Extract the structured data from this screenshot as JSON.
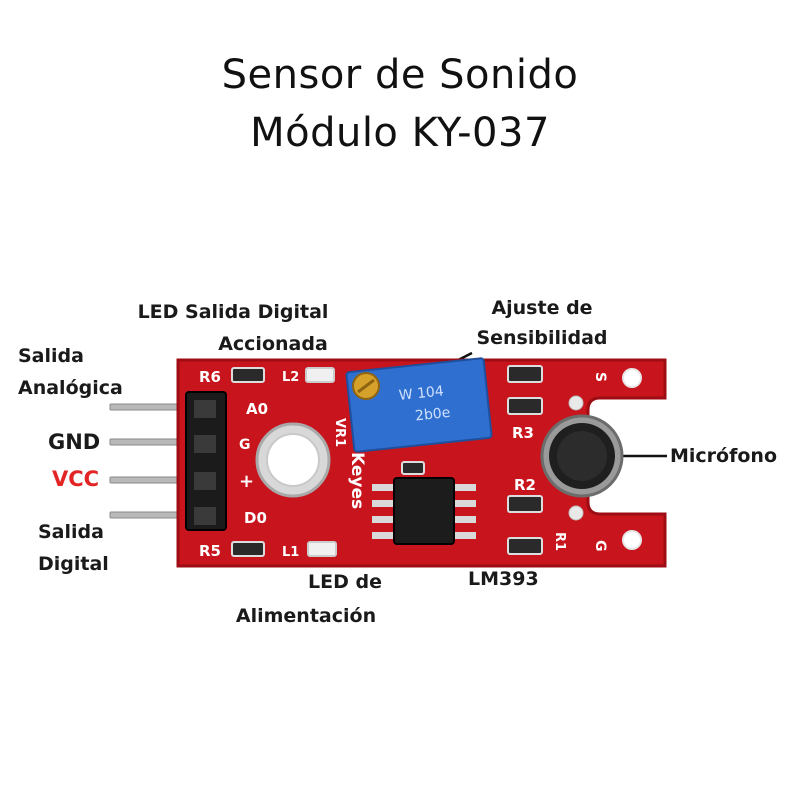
{
  "title": {
    "line1": "Sensor de Sonido",
    "line2": "Módulo KY-037"
  },
  "labels": {
    "led_salida_digital_1": "LED Salida Digital",
    "led_salida_digital_2": "Accionada",
    "ajuste_1": "Ajuste de",
    "ajuste_2": "Sensibilidad",
    "salida_analogica_1": "Salida",
    "salida_analogica_2": "Analógica",
    "gnd": "GND",
    "vcc": "VCC",
    "salida_digital_1": "Salida",
    "salida_digital_2": "Digital",
    "microfono": "Micrófono",
    "led_alimentacion_1": "LED de",
    "led_alimentacion_2": "Alimentación",
    "lm393": "LM393"
  },
  "board": {
    "silk_r6": "R6",
    "silk_r5": "R5",
    "silk_r3": "R3",
    "silk_r2": "R2",
    "silk_r1": "R1",
    "silk_vr1": "VR1",
    "silk_l1": "L1",
    "silk_l2": "L2",
    "silk_a0": "A0",
    "silk_g": "G",
    "silk_plus": "+",
    "silk_d0": "D0",
    "silk_keyes": "Keyes",
    "silk_s": "S",
    "silk_g_right": "G",
    "pot_code_1": "W 104",
    "pot_code_2": "2b0e"
  },
  "colors": {
    "pcb": "#c8141c",
    "pcb_dark": "#9e0d13",
    "vcc_label": "#e32424",
    "pot_blue": "#2f6fd0",
    "screw": "#d6a12a"
  }
}
